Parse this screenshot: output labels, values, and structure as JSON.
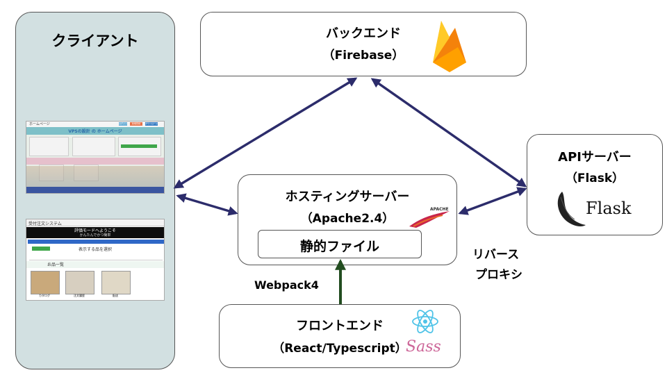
{
  "client": {
    "title": "クライアント",
    "screenshot1": {
      "tab": "ホームページ",
      "heading": "VPSの設計 の ホームページ",
      "btn_a": "ログイン",
      "btn_b": "新規登録",
      "btn_c": "ダウンロード"
    },
    "screenshot2": {
      "tab": "受付注文システム",
      "welcome": "評価モードへようこそ",
      "subtitle": "かんたんでかつ簡単",
      "select_label": "表示する品を選択",
      "list_title": "お品一覧",
      "item1": "カタログ",
      "item2": "注文履歴",
      "item3": "配送"
    }
  },
  "backend": {
    "title": "バックエンド",
    "subtitle": "（Firebase）"
  },
  "api": {
    "title": "APIサーバー",
    "subtitle": "（Flask）",
    "logo_text": "Flask"
  },
  "hosting": {
    "title": "ホスティングサーバー",
    "subtitle": "（Apache2.4）",
    "logo_text": "APACHE"
  },
  "static_files": {
    "label": "静的ファイル"
  },
  "frontend": {
    "title": "フロントエンド",
    "subtitle": "（React/Typescript）",
    "sass_text": "Sass"
  },
  "edges": {
    "webpack_label": "Webpack4",
    "reverse_proxy_line1": "リバース",
    "reverse_proxy_line2": "プロキシ"
  },
  "colors": {
    "arrow": "#2c2c6b",
    "webpack_arrow": "#224d20",
    "client_bg": "#d2e0e1"
  }
}
